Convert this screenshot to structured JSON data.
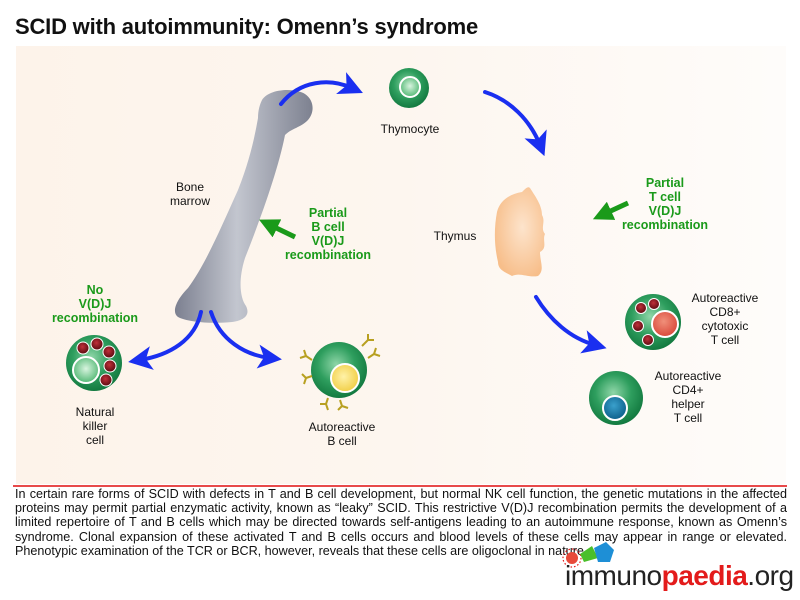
{
  "title": "SCID with autoimmunity: Omenn’s syndrome",
  "labels": {
    "bone_marrow": "Bone\nmarrow",
    "thymocyte": "Thymocyte",
    "thymus": "Thymus",
    "nk_cell": "Natural\nkiller\ncell",
    "b_cell": "Autoreactive\nB cell",
    "cd8_cell": "Autoreactive\nCD8+\ncytotoxic\nT cell",
    "cd4_cell": "Autoreactive\nCD4+\nhelper\nT cell"
  },
  "annotations": {
    "partial_b": "Partial\nB cell\nV(D)J\nrecombination",
    "partial_t": "Partial\nT cell\nV(D)J\nrecombination",
    "no_vdj": "No\nV(D)J\nrecombination"
  },
  "description": "In certain rare forms of SCID with defects in T and B cell development, but normal NK cell function, the genetic mutations in the affected proteins may permit partial enzymatic activity, known as “leaky” SCID. This restrictive V(D)J recombination permits the development of a limited repertoire of T and B cells which may be directed towards self-antigens leading to an autoimmune response, known as Omenn’s syndrome. Clonal expansion of these activated T and B cells occurs and blood levels of these cells may appear in range or elevated. Phenotypic examination of the TCR or BCR, however, reveals that these cells are oligoclonal in nature.",
  "logo": {
    "prefix": "immuno",
    "highlight": "paedia",
    "suffix": ".org"
  },
  "colors": {
    "arrow_blue": "#1a2ff0",
    "annotation_green": "#1a9a1a",
    "cell_green": "#1f8f4e",
    "accent_red": "#e31b1b"
  }
}
